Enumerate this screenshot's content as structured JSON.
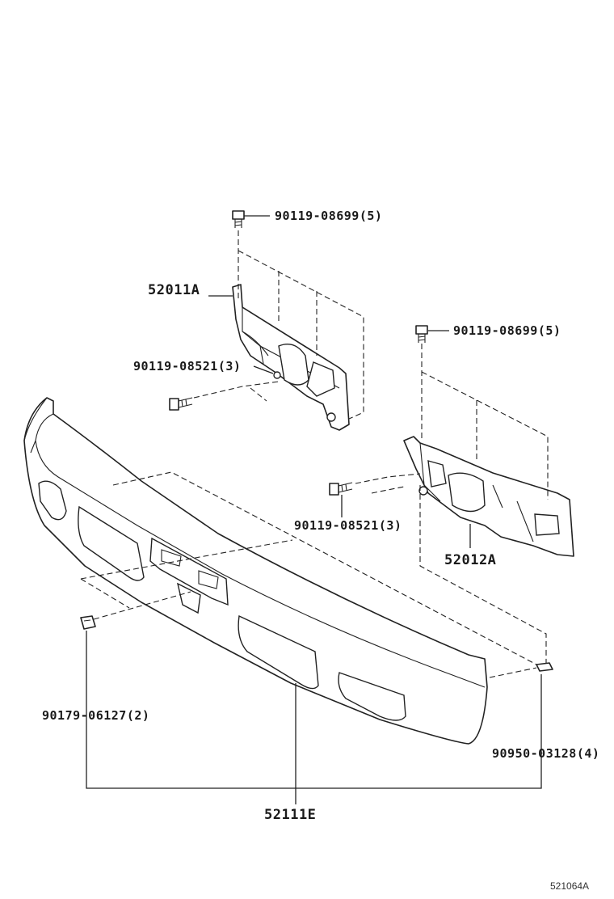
{
  "diagram": {
    "labels": {
      "bolt_top_left": "90119-08699(5)",
      "bracket_left": "52011A",
      "bolt_side_left": "90119-08521(3)",
      "bolt_top_right": "90119-08699(5)",
      "bolt_side_right": "90119-08521(3)",
      "bracket_right": "52012A",
      "retainer_left": "90179-06127(2)",
      "clip_right": "90950-03128(4)",
      "bumper": "52111E",
      "figure_code": "521064A"
    }
  }
}
